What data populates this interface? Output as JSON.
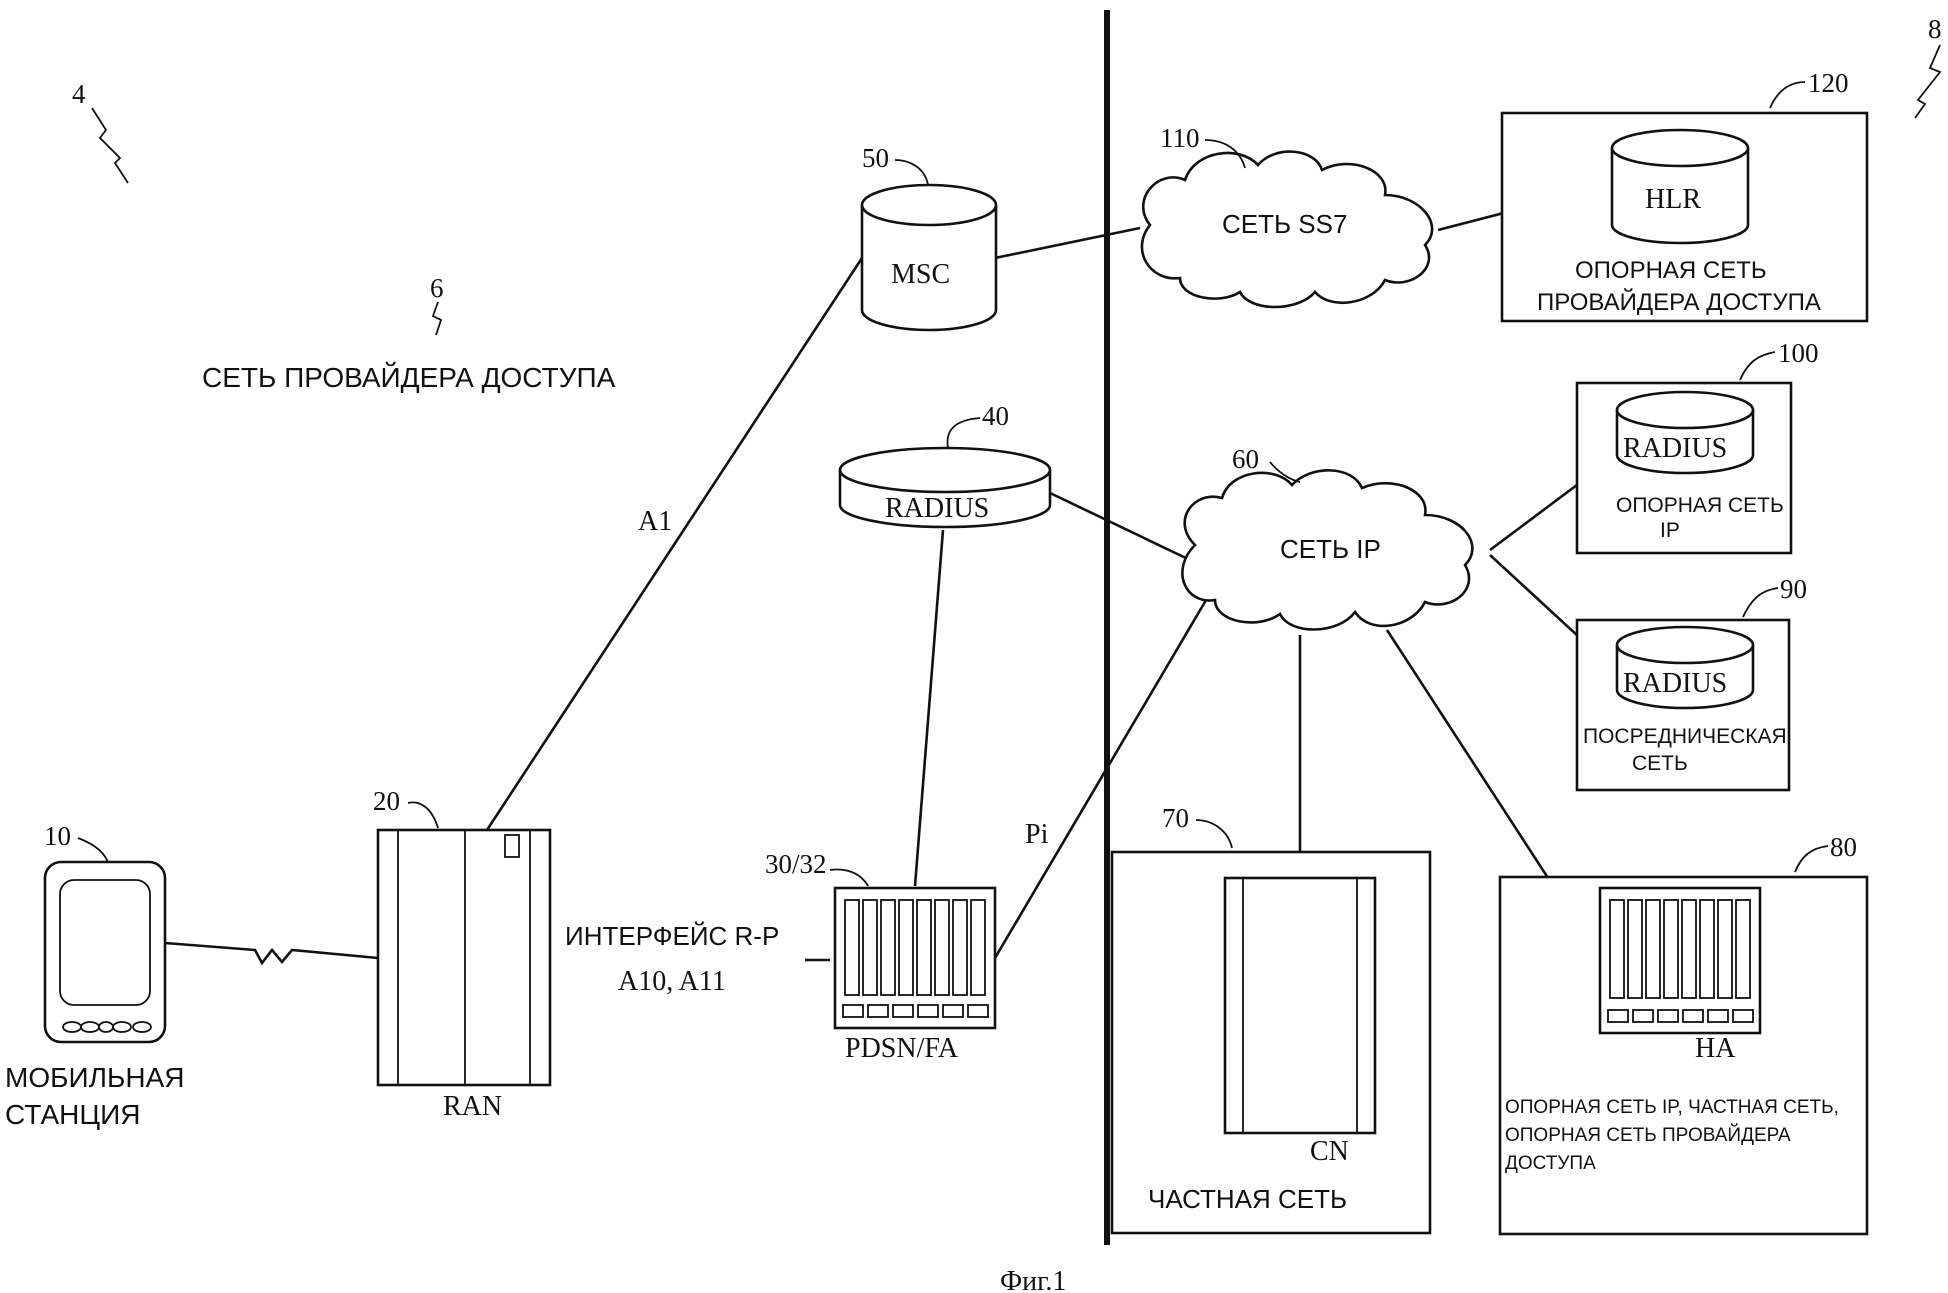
{
  "figure": {
    "caption": "Фиг.1"
  },
  "refs": {
    "system": "4",
    "access_network": "6",
    "ip_side": "8",
    "mobile": "10",
    "ran": "20",
    "pdsn": "30/32",
    "radius_local": "40",
    "msc": "50",
    "ip_net": "60",
    "private_net": "70",
    "home_net": "80",
    "broker_net": "90",
    "ip_home_net": "100",
    "ss7": "110",
    "hlr_net": "120"
  },
  "labels": {
    "access_network": "СЕТЬ ПРОВАЙДЕРА ДОСТУПА",
    "mobile_line1": "МОБИЛЬНАЯ",
    "mobile_line2": "СТАНЦИЯ",
    "ran": "RAN",
    "pdsn": "PDSN/FA",
    "radius": "RADIUS",
    "msc": "MSC",
    "hlr": "HLR",
    "ss7": "СЕТЬ SS7",
    "ip_net": "СЕТЬ IP",
    "a1": "A1",
    "pi": "Pi",
    "rp_line1": "ИНТЕРФЕЙС  R-P",
    "rp_line2": "A10, A11",
    "hlr_net_line1": "ОПОРНАЯ СЕТЬ",
    "hlr_net_line2": "ПРОВАЙДЕРА ДОСТУПА",
    "ip_home_line1": "ОПОРНАЯ СЕТЬ",
    "ip_home_line2": "IP",
    "broker_line1": "ПОСРЕДНИЧЕСКАЯ",
    "broker_line2": "СЕТЬ",
    "private_net": "ЧАСТНАЯ СЕТЬ",
    "cn": "CN",
    "ha": "HA",
    "home_line1": "ОПОРНАЯ СЕТЬ IP, ЧАСТНАЯ СЕТЬ,",
    "home_line2": "ОПОРНАЯ СЕТЬ ПРОВАЙДЕРА",
    "home_line3": "ДОСТУПА"
  }
}
